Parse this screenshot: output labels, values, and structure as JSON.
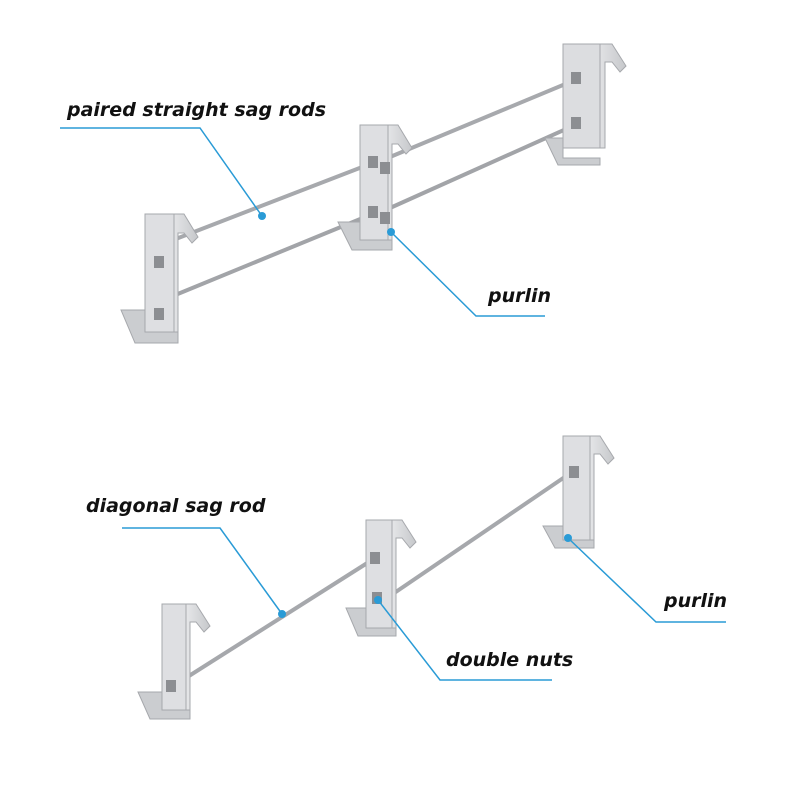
{
  "figure": {
    "top_panel": {
      "label_rods": "paired straight sag rods",
      "label_purlin": "purlin"
    },
    "bottom_panel": {
      "label_rod": "diagonal sag rod",
      "label_purlin": "purlin",
      "label_nuts": "double nuts"
    }
  },
  "colors": {
    "leader_line": "#2a9bd6",
    "leader_dot": "#2a9bd6",
    "steel_face": "#d9dadc",
    "steel_edge": "#9a9ca0",
    "rod": "#b4b6ba",
    "label_text": "#111111",
    "background": "#ffffff"
  }
}
